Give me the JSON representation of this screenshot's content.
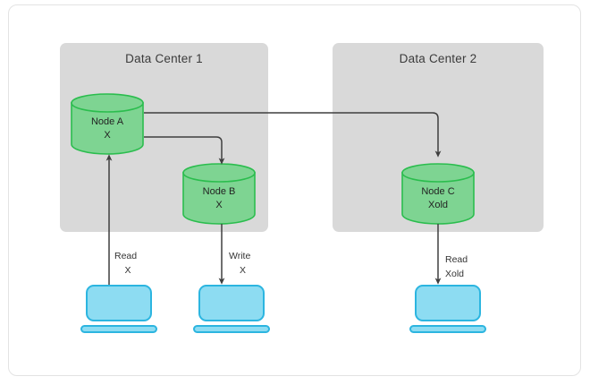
{
  "diagram": {
    "type": "distributed-database-replication",
    "panels": [
      {
        "id": "dc1",
        "title": "Data Center 1"
      },
      {
        "id": "dc2",
        "title": "Data Center 2"
      }
    ],
    "nodes": [
      {
        "id": "node-a",
        "name": "Node A",
        "value": "X"
      },
      {
        "id": "node-b",
        "name": "Node B",
        "value": "X"
      },
      {
        "id": "node-c",
        "name": "Node C",
        "value": "Xold"
      }
    ],
    "clients": [
      {
        "id": "client-1",
        "icon": "laptop-icon"
      },
      {
        "id": "client-2",
        "icon": "laptop-icon"
      },
      {
        "id": "client-3",
        "icon": "laptop-icon"
      }
    ],
    "edges": [
      {
        "id": "read-x",
        "op": "Read",
        "value": "X",
        "from": "client-1",
        "to": "node-a"
      },
      {
        "id": "write-x",
        "op": "Write",
        "value": "X",
        "from": "client-2",
        "to": "node-b"
      },
      {
        "id": "read-xold",
        "op": "Read",
        "value": "Xold",
        "from": "node-c",
        "to": "client-3"
      },
      {
        "id": "replicate-a-b",
        "op": "",
        "value": "",
        "from": "node-a",
        "to": "node-b"
      },
      {
        "id": "replicate-a-c",
        "op": "",
        "value": "",
        "from": "node-a",
        "to": "node-c"
      }
    ],
    "colors": {
      "panel": "#d9d9d9",
      "node_fill": "#7ed492",
      "node_stroke": "#2bbd4e",
      "client_fill": "#8ddcf2",
      "client_stroke": "#2cb5e0",
      "arrow": "#3f3f3f",
      "card_border": "#e3e3e3"
    }
  }
}
